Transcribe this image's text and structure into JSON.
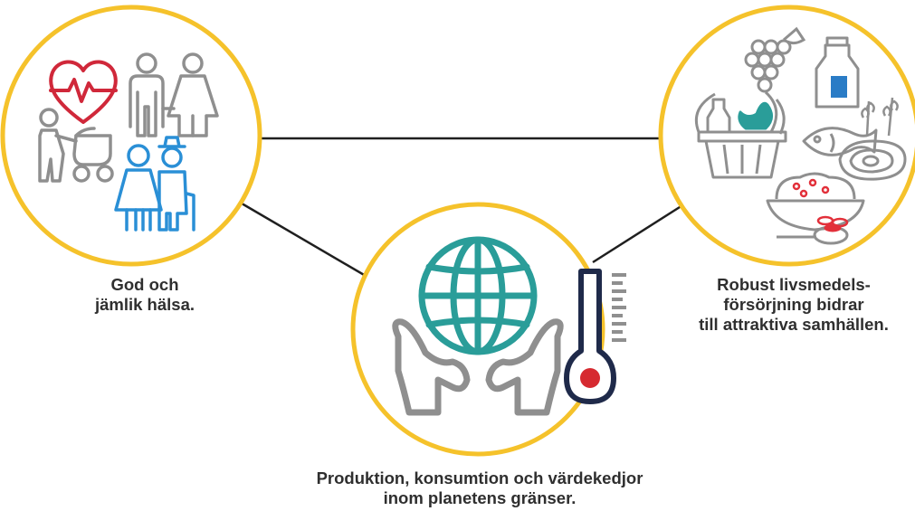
{
  "nodes": {
    "health": {
      "lines": [
        "God och",
        "jämlik hälsa."
      ]
    },
    "food": {
      "lines": [
        "Robust livsmedels-",
        "försörjning bidrar",
        "till attraktiva samhällen."
      ]
    },
    "planet": {
      "lines": [
        "Produktion, konsumtion och värdekedjor",
        "inom planetens gränser."
      ]
    }
  },
  "colors": {
    "ring": "#f5c22b",
    "connector": "#1f1f1f",
    "icon_gray": "#8f8f8f",
    "heart_red": "#d0283a",
    "elder_blue": "#2a8fd6",
    "globe_teal": "#2a9d99",
    "thermo_navy": "#1f2a4a",
    "thermo_red": "#d62a30",
    "dairy_blue": "#2a7cc6",
    "veg_teal": "#2a9d99",
    "salad_red": "#e2303a"
  },
  "icons": {
    "health": [
      "heart-pulse-icon",
      "couple-icon",
      "stroller-parent-icon",
      "elderly-couple-icon"
    ],
    "food": [
      "grapes-icon",
      "milk-bottle-icon",
      "grain-icon",
      "basket-icon",
      "fish-icon",
      "steak-icon",
      "bowl-icon"
    ],
    "planet": [
      "globe-icon",
      "hands-icon",
      "thermometer-icon"
    ]
  }
}
